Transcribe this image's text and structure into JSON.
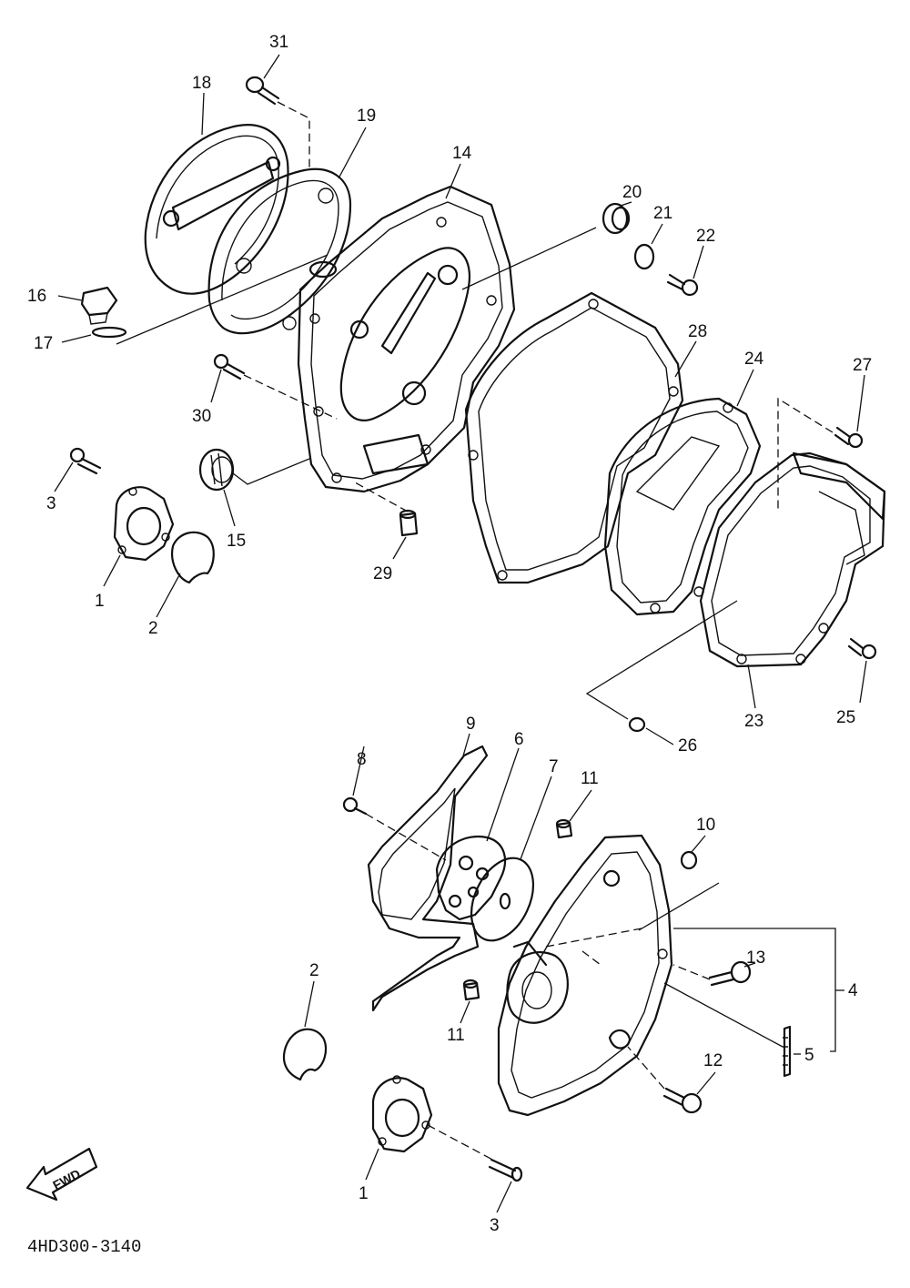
{
  "diagram": {
    "part_code": "4HD300-3140",
    "fwd_label": "FWD",
    "callouts": [
      {
        "id": "c31",
        "text": "31"
      },
      {
        "id": "c18",
        "text": "18"
      },
      {
        "id": "c19",
        "text": "19"
      },
      {
        "id": "c14",
        "text": "14"
      },
      {
        "id": "c20",
        "text": "20"
      },
      {
        "id": "c21",
        "text": "21"
      },
      {
        "id": "c22",
        "text": "22"
      },
      {
        "id": "c16",
        "text": "16"
      },
      {
        "id": "c17",
        "text": "17"
      },
      {
        "id": "c28",
        "text": "28"
      },
      {
        "id": "c24",
        "text": "24"
      },
      {
        "id": "c27",
        "text": "27"
      },
      {
        "id": "c30",
        "text": "30"
      },
      {
        "id": "c3a",
        "text": "3"
      },
      {
        "id": "c15",
        "text": "15"
      },
      {
        "id": "c29",
        "text": "29"
      },
      {
        "id": "c1a",
        "text": "1"
      },
      {
        "id": "c2a",
        "text": "2"
      },
      {
        "id": "c23",
        "text": "23"
      },
      {
        "id": "c25",
        "text": "25"
      },
      {
        "id": "c26",
        "text": "26"
      },
      {
        "id": "c9",
        "text": "9"
      },
      {
        "id": "c8",
        "text": "8"
      },
      {
        "id": "c6",
        "text": "6"
      },
      {
        "id": "c7",
        "text": "7"
      },
      {
        "id": "c11a",
        "text": "11"
      },
      {
        "id": "c10",
        "text": "10"
      },
      {
        "id": "c13",
        "text": "13"
      },
      {
        "id": "c4",
        "text": "4"
      },
      {
        "id": "c2b",
        "text": "2"
      },
      {
        "id": "c11b",
        "text": "11"
      },
      {
        "id": "c5",
        "text": "5"
      },
      {
        "id": "c12",
        "text": "12"
      },
      {
        "id": "c1b",
        "text": "1"
      },
      {
        "id": "c3b",
        "text": "3"
      }
    ]
  }
}
